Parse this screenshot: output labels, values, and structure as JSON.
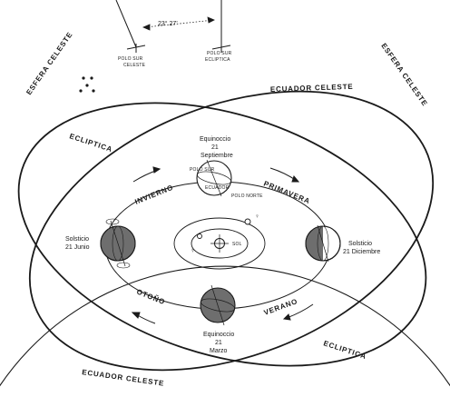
{
  "labels": {
    "angle": "23° 27'",
    "south_pole_celestial": [
      "POLO SUR",
      "CELESTE"
    ],
    "south_pole_ecliptic": [
      "POLO SUR",
      "ECLIPTICA"
    ],
    "celestial_sphere_left": "ESFERA CELESTE",
    "celestial_sphere_right": "ESFERA CELESTE",
    "celestial_equator_top": "ECUADOR CELESTE",
    "celestial_equator_bottom": "ECUADOR CELESTE",
    "ecliptic_left": "ECLIPTICA",
    "ecliptic_right": "ECLIPTICA",
    "winter": "INVIERNO",
    "spring": "PRIMAVERA",
    "autumn": "OTOÑO",
    "summer": "VERANO",
    "sun": "SOL",
    "earth_south_pole": "POLO SUR",
    "earth_north_pole": "POLO NORTE",
    "earth_equator": "ECUADOR",
    "venus_symbol": "♀",
    "mercury_symbol": "☿"
  },
  "captions": {
    "equinox_sep": [
      "Equinoccio",
      "21",
      "Septiembre"
    ],
    "solstice_jun": [
      "Solsticio",
      "21 Junio"
    ],
    "solstice_dec": [
      "Solsticio",
      "21 Diciembre"
    ],
    "equinox_mar": [
      "Equinoccio",
      "21",
      "Marzo"
    ]
  },
  "colors": {
    "ink": "#1a1a1a",
    "shade": "#6e6e6e",
    "paper": "#ffffff"
  }
}
